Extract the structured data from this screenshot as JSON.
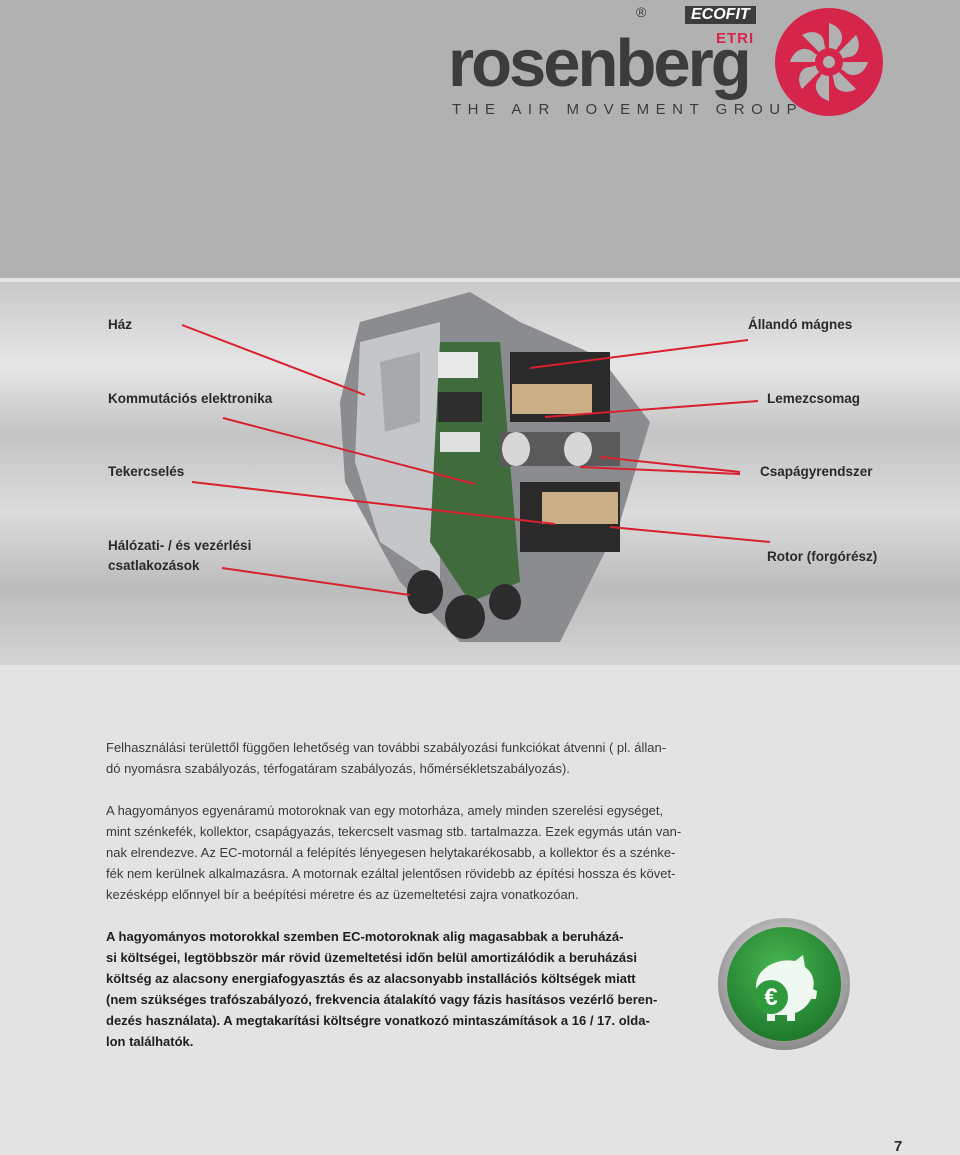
{
  "logo": {
    "wordmark": "rosenberg",
    "tagline": "THE AIR MOVEMENT GROUP",
    "registered": "®",
    "ecofit": "ECOFIT",
    "etri": "ETRI"
  },
  "diagram": {
    "labels": {
      "haz": "Ház",
      "kommutacios": "Kommutációs elektronika",
      "tekercseles": "Tekercselés",
      "halozati_line1": "Hálózati- / és vezérlési",
      "halozati_line2": "csatlakozások",
      "allando_magnes": "Állandó mágnes",
      "lemezcsomag": "Lemezcsomag",
      "csapagy": "Csapágyrendszer",
      "rotor": "Rotor (forgórész)"
    }
  },
  "body": {
    "p1_l1": "Felhasználási területtől függően lehetőség van további szabályozási funkciókat átvenni ( pl. állan-",
    "p1_l2": "dó nyomásra szabályozás, térfogatáram szabályozás, hőmérsékletszabályozás).",
    "p2_l1": "A hagyományos egyenáramú motoroknak van egy motorháza, amely minden szerelési egységet,",
    "p2_l2": "mint szénkefék, kollektor, csapágyazás,  tekercselt vasmag stb. tartalmazza. Ezek egymás után van-",
    "p2_l3": "nak elrendezve. Az EC-motornál a felépítés lényegesen helytakarékosabb, a kollektor és a szénke-",
    "p2_l4": "fék nem kerülnek alkalmazásra. A motornak ezáltal jelentősen rövidebb az építési hossza és követ-",
    "p2_l5": "kezésképp előnnyel bír a beépítési  méretre és az üzemeltetési zajra vonatkozóan.",
    "p3_l1": "A hagyományos motorokkal szemben EC-motoroknak alig magasabbak a beruházá-",
    "p3_l2": "si költségei, legtöbbször már rövid üzemeltetési időn belül amortizálódik a beruházási",
    "p3_l3": "költség az alacsony energiafogyasztás és az alacsonyabb installációs költségek miatt",
    "p3_l4": "(nem szükséges trafószabályozó, frekvencia átalakító vagy fázis hasításos vezérlő beren-",
    "p3_l5": "dezés használata). A megtakarítási költségre vonatkozó mintaszámítások a 16 / 17. olda-",
    "p3_l6": "lon találhatók."
  },
  "badge": {
    "symbol": "€"
  },
  "page_number": "7",
  "colors": {
    "brand_red": "#d6254b",
    "logo_gray": "#3c3c3c",
    "callout_red": "#d8202f",
    "badge_green": "#2f9a3c"
  }
}
